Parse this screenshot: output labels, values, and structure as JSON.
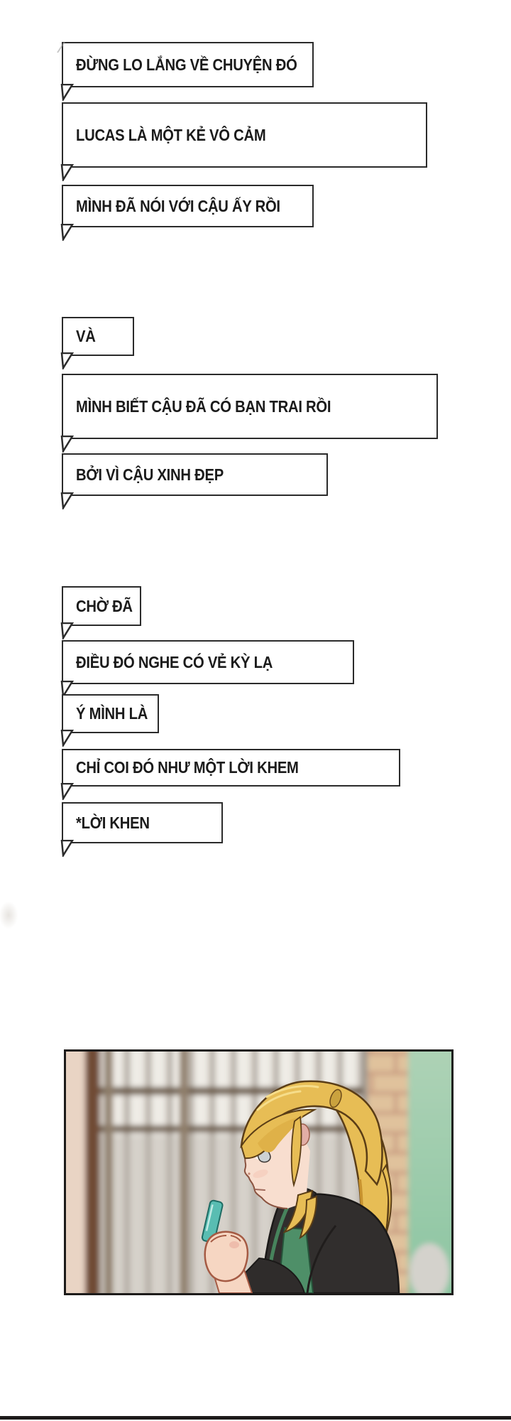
{
  "page": {
    "background": "#ffffff"
  },
  "bubbles": [
    {
      "text": "ĐỪNG LO LẮNG VỀ CHUYỆN ĐÓ"
    },
    {
      "text": "LUCAS LÀ MỘT KẺ VÔ CẢM"
    },
    {
      "text": "MÌNH ĐÃ NÓI VỚI CẬU ẤY RỒI"
    },
    {
      "text": "VÀ"
    },
    {
      "text": "MÌNH BIẾT CẬU ĐÃ CÓ BẠN TRAI RỒI"
    },
    {
      "text": "BỞI VÌ CẬU XINH ĐẸP"
    },
    {
      "text": "CHỜ ĐÃ"
    },
    {
      "text": "ĐIỀU ĐÓ NGHE CÓ VẺ KỲ LẠ"
    },
    {
      "text": "Ý MÌNH LÀ"
    },
    {
      "text": "CHỈ COI ĐÓ NHƯ MỘT LỜI KHEM"
    },
    {
      "text": "*LỜI KHEN"
    }
  ],
  "panel": {
    "colors": {
      "border": "#1d1b1a",
      "shelf_base": "#c6c0b8",
      "pink_strip": "#e9d4c4",
      "brown_bar": "#6f4c34",
      "brick": "#e0c29c",
      "mortar": "#c99d82",
      "wall_green_top": "#aed2b6",
      "wall_green_bottom": "#8bc5a1",
      "hair": "#e7bd55",
      "hair_shadow": "#c8932f",
      "hair_outline": "#5a3d16",
      "skin": "#f8decf",
      "blush": "#f4c4b4",
      "iris": "#ccd2d4",
      "jacket": "#312e2d",
      "apron_green": "#4e8f68",
      "piping_green": "#47835c",
      "shirt_white": "#f7f5f2",
      "phone_teal": "#59bdb2",
      "phone_edge": "#1e6b63"
    }
  },
  "divider": {
    "color": "#1d1b1a"
  }
}
